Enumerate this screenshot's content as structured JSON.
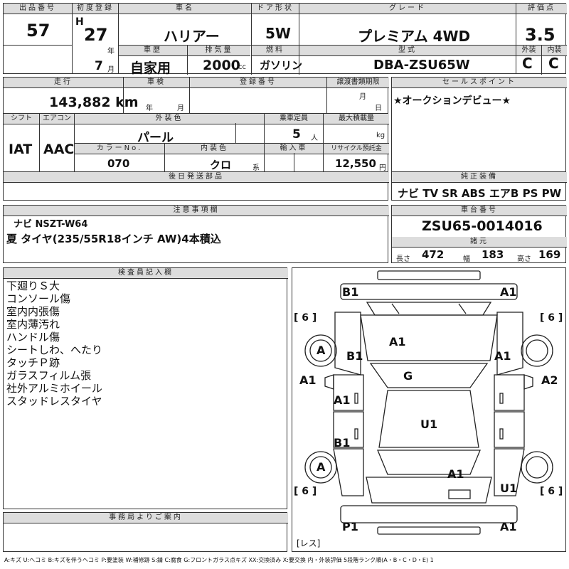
{
  "headers": {
    "lot": "出品番号",
    "first_reg": "初度登録",
    "car_name": "車名",
    "door_type": "ドア形状",
    "grade": "グレード",
    "score": "評価点",
    "history": "車歴",
    "displacement": "排気量",
    "fuel": "燃料",
    "model_code": "型式",
    "exterior": "外装",
    "interior": "内装",
    "mileage": "走行",
    "inspection": "車検",
    "reg_number": "登録番号",
    "transfer_deadline": "譲渡書類期限",
    "sales_point": "セールスポイント",
    "shift": "シフト",
    "aircon": "エアコン",
    "ext_color": "外装色",
    "capacity": "乗車定員",
    "max_load": "最大積載量",
    "color_no": "カラーNo.",
    "int_color": "内装色",
    "import": "輸入車",
    "recycle": "リサイクル預託金",
    "later_parts": "後日発送部品",
    "equipment": "純正装備",
    "notes": "注意事項欄",
    "chassis": "車台番号",
    "specs": "諸元",
    "inspector": "検査員記入欄",
    "office": "事務局よりご案内"
  },
  "vehicle": {
    "lot": "57",
    "era": "H",
    "year": "27",
    "year_unit": "年",
    "month": "7",
    "month_unit": "月",
    "car_name": "ハリアー",
    "door_type": "5W",
    "grade": "プレミアム 4WD",
    "score": "3.5",
    "history": "自家用",
    "displacement": "2000",
    "displacement_unit": "cc",
    "fuel": "ガソリン",
    "model_code": "DBA-ZSU65W",
    "exterior_grade": "C",
    "interior_grade": "C",
    "mileage": "143,882 km",
    "insp_year_unit": "年",
    "insp_month_unit": "月",
    "deadline_month_unit": "月",
    "deadline_day_unit": "日",
    "sales_point": "★オークションデビュー★",
    "shift": "IAT",
    "aircon": "AAC",
    "ext_color": "パール",
    "capacity": "5",
    "capacity_unit": "人",
    "load_unit": "kg",
    "color_no": "070",
    "int_color": "クロ",
    "int_color_unit": "系",
    "recycle": "12,550",
    "recycle_unit": "円",
    "equipment": "ナビ TV SR ABS エアB PS PW",
    "chassis": "ZSU65-0014016",
    "length_label": "長さ",
    "length": "472",
    "width_label": "幅",
    "width": "183",
    "height_label": "高さ",
    "height": "169"
  },
  "notes": {
    "line1": "ナビ NSZT-W64",
    "line2": "夏 タイヤ(235/55R18インチ AW)4本積込"
  },
  "inspector_notes": [
    "下廻りＳ大",
    "コンソール傷",
    "室内内張傷",
    "室内薄汚れ",
    "ハンドル傷",
    "シートしわ、へたり",
    "タッチＰ跡",
    "ガラスフィルム張",
    "社外アルミホイール",
    "スタッドレスタイヤ"
  ],
  "diagram": {
    "tread_fl": "[ 6 ]",
    "tread_fr": "[ 6 ]",
    "tread_rl": "[ 6 ]",
    "tread_rr": "[ 6 ]",
    "rear_tag": "[レス]",
    "marks": {
      "front_bumper_left": "B1",
      "front_bumper_right": "A1",
      "bonnet": "A1",
      "left_fender": "B1",
      "right_fender": "A1",
      "wheel_fl": "A",
      "wheel_rl": "A",
      "left_door_front": "A1",
      "left_door_rear": "A1",
      "right_door_front": "A2",
      "windshield": "G",
      "roof": "U1",
      "left_quarter": "B1",
      "right_quarter": "A1",
      "rear_right": "U1",
      "rear_bumper_left": "P1",
      "rear_bumper_right": "A1"
    }
  },
  "legend": "A:キズ U:ヘコミ B:キズを伴うヘコミ P:要塗装 W:補修跡 S:錆 C:腐食 G:フロントガラス点キズ XX:交換済み X:要交換 内・外装評価 5段階ランク順(A・B・C・D・E) 1"
}
